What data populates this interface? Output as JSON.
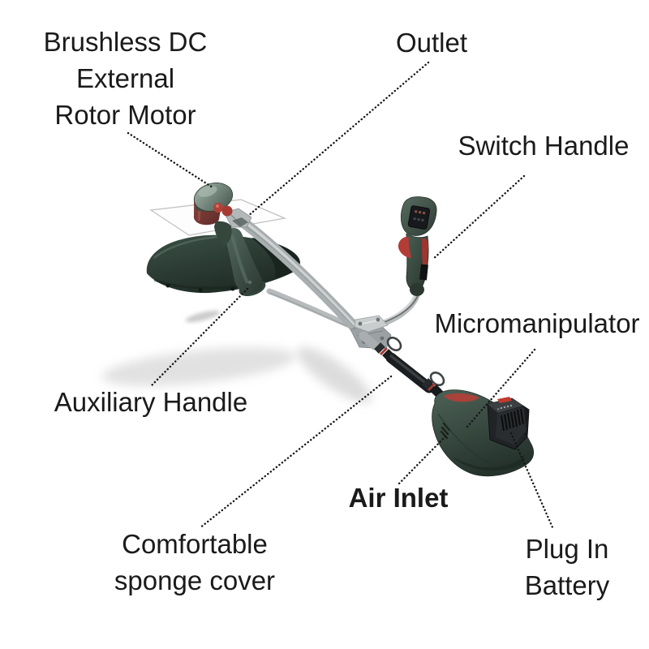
{
  "diagram": {
    "background": "#ffffff",
    "text_color": "#1a1a1a",
    "labels": {
      "brushless_motor": "Brushless DC\nExternal\nRotor Motor",
      "outlet": "Outlet",
      "switch_handle": "Switch Handle",
      "micromanipulator": "Micromanipulator",
      "auxiliary_handle": "Auxiliary Handle",
      "air_inlet": "Air Inlet",
      "sponge_cover": "Comfortable\nsponge cover",
      "plug_in_battery": "Plug In\nBattery"
    },
    "colors": {
      "leader_line": "#141414",
      "body_green": "#42564c",
      "guard_green": "#2c3d35",
      "handle_green": "#46594f",
      "accent_red": "#a8423b",
      "knob_red": "#b04138",
      "maroon": "#7c3a36",
      "metal_gray": "#b7bbbc",
      "sponge_black": "#1b1e20",
      "battery_black": "#212426"
    }
  }
}
